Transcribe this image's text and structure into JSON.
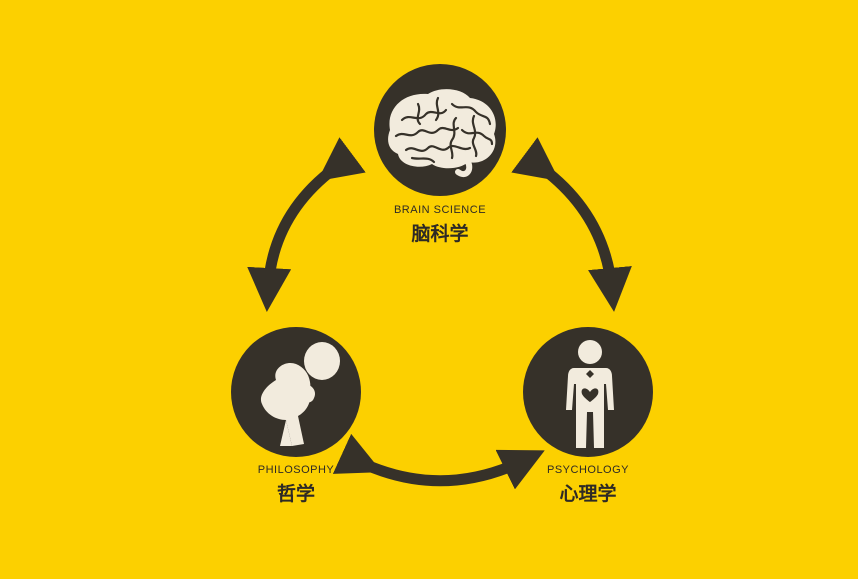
{
  "colors": {
    "background": "#FCD000",
    "dark": "#363129",
    "light": "#F2EBDD"
  },
  "nodes": {
    "brain": {
      "label_en": "BRAIN SCIENCE",
      "label_zh": "脑科学",
      "icon": "brain-icon"
    },
    "philosophy": {
      "label_en": "PHILOSOPHY",
      "label_zh": "哲学",
      "icon": "thinking-figure-icon"
    },
    "psychology": {
      "label_en": "PSYCHOLOGY",
      "label_zh": "心理学",
      "icon": "man-with-heart-icon"
    }
  }
}
